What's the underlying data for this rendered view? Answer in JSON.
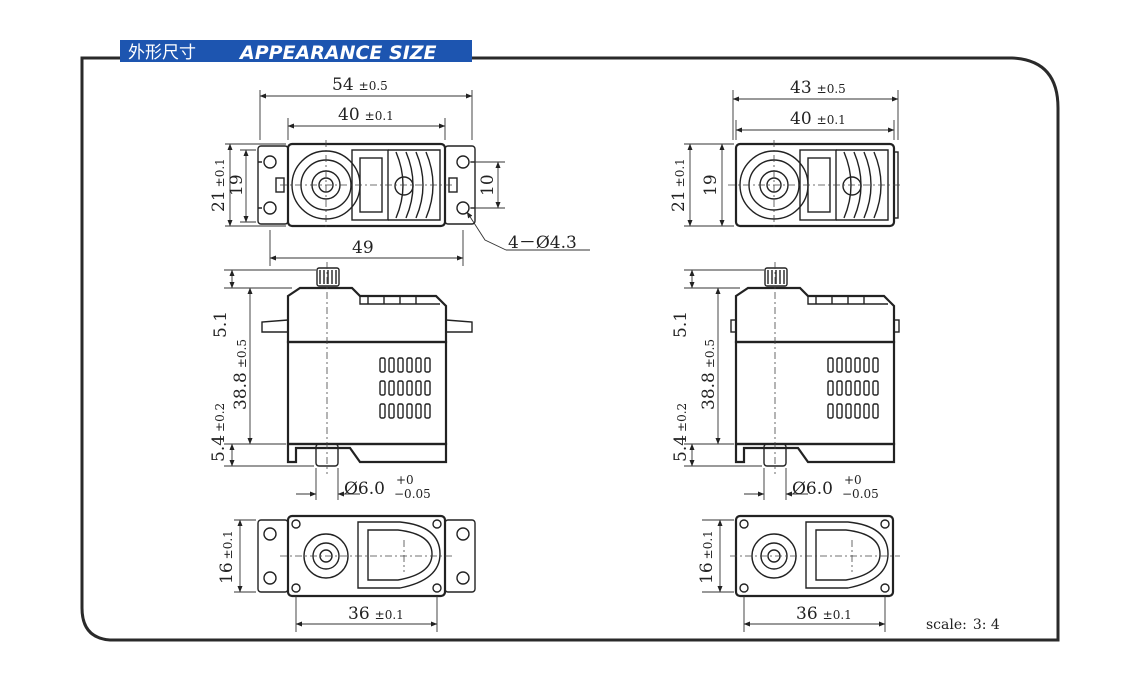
{
  "header": {
    "title_cn": "外形尺寸",
    "title_en": "APPEARANCE SIZE",
    "bar_color": "#1d55b0"
  },
  "left_view": {
    "top_overall_width": "54",
    "top_overall_tol": "±0.5",
    "top_body_width": "40",
    "top_body_tol": "±0.1",
    "height_outer": "21",
    "height_outer_tol": "±0.1",
    "height_inner": "19",
    "hole_spacing_v": "10",
    "hole_spacing_h": "49",
    "holes_label": "4－Ø4.3",
    "side_gear_height": "5.1",
    "side_body_height": "38.8",
    "side_body_tol": "±0.5",
    "side_bottom_height": "5.4",
    "side_bottom_tol": "±0.2",
    "shaft_dia": "Ø6.0",
    "shaft_tol_upper": "+0",
    "shaft_tol_lower": "−0.05",
    "bottom_height": "16",
    "bottom_height_tol": "±0.1",
    "bottom_width": "36",
    "bottom_width_tol": "±0.1"
  },
  "right_view": {
    "top_overall_width": "43",
    "top_overall_tol": "±0.5",
    "top_body_width": "40",
    "top_body_tol": "±0.1",
    "height_outer": "21",
    "height_outer_tol": "±0.1",
    "height_inner": "19",
    "side_gear_height": "5.1",
    "side_body_height": "38.8",
    "side_body_tol": "±0.5",
    "side_bottom_height": "5.4",
    "side_bottom_tol": "±0.2",
    "shaft_dia": "Ø6.0",
    "shaft_tol_upper": "+0",
    "shaft_tol_lower": "−0.05",
    "bottom_height": "16",
    "bottom_height_tol": "±0.1",
    "bottom_width": "36",
    "bottom_width_tol": "±0.1"
  },
  "footer": {
    "scale_label": "scale:",
    "scale_value": "3: 4"
  }
}
